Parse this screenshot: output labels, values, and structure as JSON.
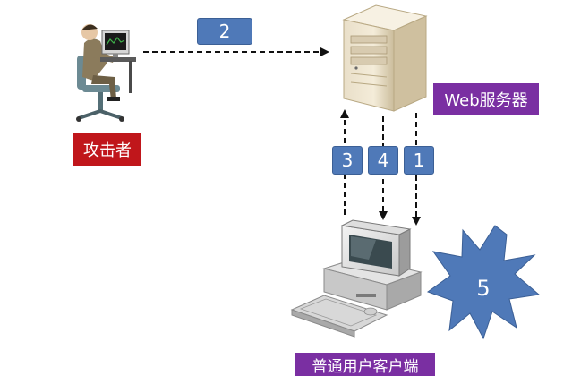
{
  "labels": {
    "attacker": "攻击者",
    "web_server": "Web服务器",
    "client": "普通用户客户端"
  },
  "steps": {
    "one": "1",
    "two": "2",
    "three": "3",
    "four": "4",
    "five": "5"
  },
  "colors": {
    "attacker_label_bg": "#c0161b",
    "server_label_bg": "#7a2fa2",
    "step_box_bg": "#4f79b8",
    "burst_fill": "#4f79b8"
  },
  "icons": {
    "attacker": "person-at-computer-icon",
    "server": "tower-server-icon",
    "client": "desktop-computer-icon"
  }
}
